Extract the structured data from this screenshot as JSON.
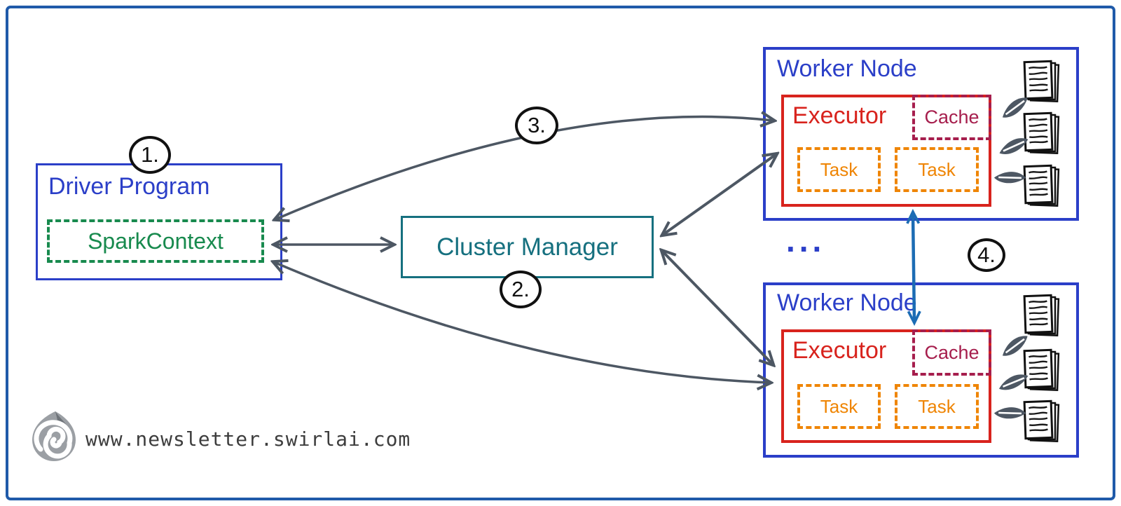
{
  "diagram": {
    "driver": {
      "title": "Driver Program",
      "spark_context_label": "SparkContext"
    },
    "cluster_manager": {
      "title": "Cluster Manager"
    },
    "workers": [
      {
        "title": "Worker Node",
        "executor_label": "Executor",
        "cache_label": "Cache",
        "task_labels": [
          "Task",
          "Task"
        ]
      },
      {
        "title": "Worker Node",
        "executor_label": "Executor",
        "cache_label": "Cache",
        "task_labels": [
          "Task",
          "Task"
        ]
      }
    ],
    "step_markers": [
      {
        "label": "1."
      },
      {
        "label": "2."
      },
      {
        "label": "3."
      },
      {
        "label": "4."
      }
    ],
    "ellipsis": "...",
    "watermark": {
      "text": "www.newsletter.swirlai.com"
    }
  },
  "icons": {
    "document_stack": "stacked-paper-sheets-with-text-lines",
    "data_flow_arrow": "double-ended-leaf-shaped-arrow",
    "swirlai_logo": "gray-spiral-swirl-drop"
  },
  "colors": {
    "frame_blue": "#1f5aa9",
    "node_blue": "#2b3fc8",
    "green": "#188a4e",
    "teal": "#16707f",
    "red": "#d8231d",
    "crimson": "#a61e4d",
    "orange": "#ef8504",
    "arrow_gray": "#4d5763",
    "arrow_blue": "#1c6cb4",
    "circle_black": "#111111",
    "watermark_gray": "#3d3d3d"
  }
}
